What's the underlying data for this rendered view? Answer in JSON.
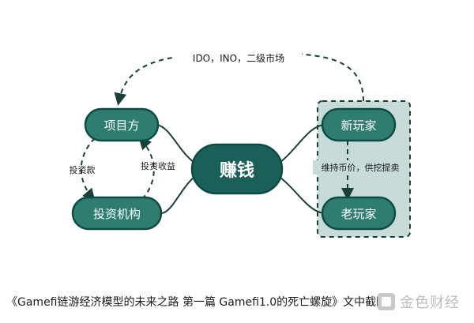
{
  "diagram": {
    "center_label": "赚钱",
    "nodes": {
      "project": "项目方",
      "investor": "投资机构",
      "new_player": "新玩家",
      "old_player": "老玩家"
    },
    "edge_labels": {
      "top": "IDO，INO，二级市场",
      "left_invest": "投资款",
      "left_return": "投资收益",
      "right_hold": "维持币价，供挖提卖"
    },
    "colors": {
      "node_fill": "#2e7d6e",
      "center_fill": "#1a5f58",
      "node_border": "#0f4a44",
      "panel_fill": "#c7dcd8",
      "line": "#1a3f3a"
    }
  },
  "caption": "《Gamefi链游经济模型的未来之路 第一篇 Gamefi1.0的死亡螺旋》文中截图",
  "watermark": {
    "text": "金色财经",
    "icon": "brand-logo-icon"
  }
}
